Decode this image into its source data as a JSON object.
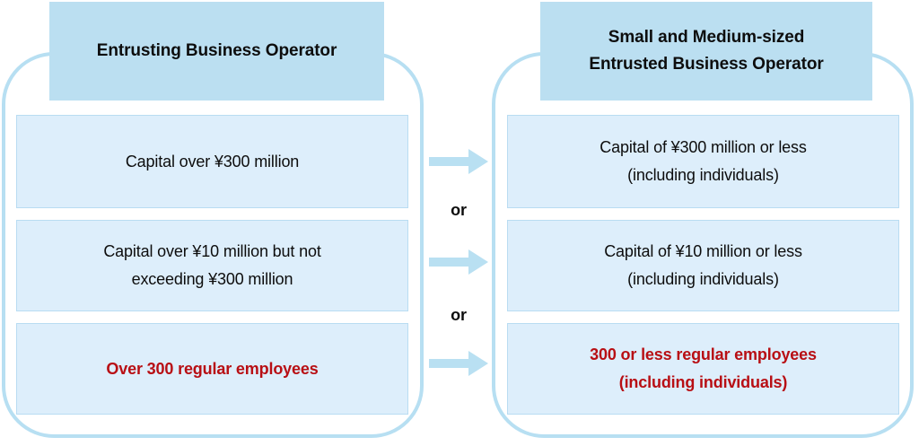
{
  "colors": {
    "header_fill": "#bbdff1",
    "card_fill": "#ddeefb",
    "card_border": "#b9dcf2",
    "frame_border": "#b7dff2",
    "arrow_fill": "#b9e0f2",
    "text": "#0d0d0d",
    "highlight_text": "#b80f14",
    "background": "#ffffff"
  },
  "left_group": {
    "header": "Entrusting Business Operator",
    "conditions": [
      {
        "lines": [
          "Capital over ¥300 million"
        ],
        "highlight": false
      },
      {
        "lines": [
          "Capital over ¥10 million but not",
          "exceeding ¥300 million"
        ],
        "highlight": false
      },
      {
        "lines": [
          "Over 300 regular employees"
        ],
        "highlight": true
      }
    ]
  },
  "right_group": {
    "header_lines": [
      "Small and Medium-sized",
      "Entrusted Business Operator"
    ],
    "conditions": [
      {
        "lines": [
          "Capital of ¥300 million or less",
          "(including individuals)"
        ],
        "highlight": false
      },
      {
        "lines": [
          "Capital of ¥10 million or less",
          "(including individuals)"
        ],
        "highlight": false
      },
      {
        "lines": [
          "300 or less regular employees",
          "(including individuals)"
        ],
        "highlight": true
      }
    ]
  },
  "connectors": {
    "arrows": [
      {
        "name": "arrow-row-1"
      },
      {
        "name": "arrow-row-2"
      },
      {
        "name": "arrow-row-3"
      }
    ],
    "or_labels": [
      "or",
      "or"
    ]
  }
}
